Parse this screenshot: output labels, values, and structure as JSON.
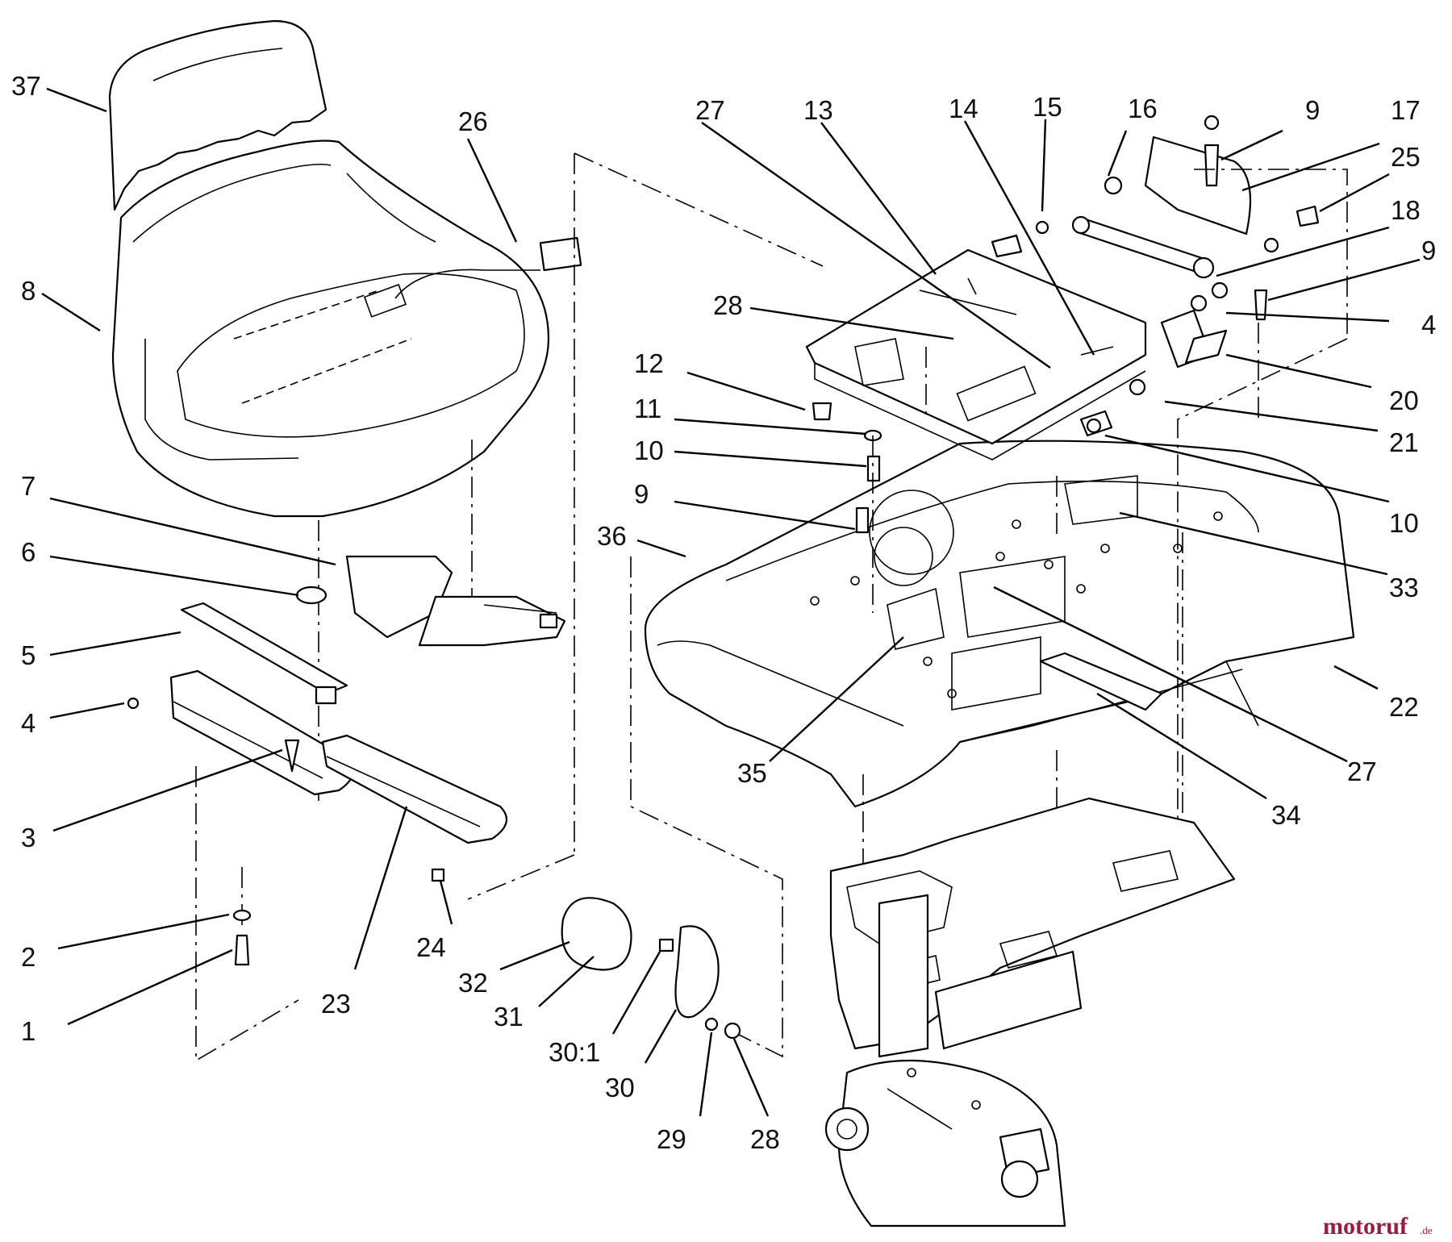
{
  "callouts": {
    "c37": "37",
    "c26": "26",
    "c8": "8",
    "c27a": "27",
    "c13": "13",
    "c14": "14",
    "c15": "15",
    "c16": "16",
    "c9a": "9",
    "c17": "17",
    "c25": "25",
    "c18": "18",
    "c9b": "9",
    "c4a": "4",
    "c28a": "28",
    "c12": "12",
    "c11": "11",
    "c10a": "10",
    "c20": "20",
    "c21": "21",
    "c10b": "10",
    "c9c": "9",
    "c36": "36",
    "c33": "33",
    "c7": "7",
    "c6": "6",
    "c5": "5",
    "c4b": "4",
    "c3": "3",
    "c22": "22",
    "c27b": "27",
    "c35": "35",
    "c34": "34",
    "c2": "2",
    "c1": "1",
    "c23": "23",
    "c24": "24",
    "c32": "32",
    "c31": "31",
    "c30_1": "30:1",
    "c30": "30",
    "c29": "29",
    "c28b": "28"
  },
  "watermark": {
    "brand": "motoruf",
    "suffix": ".de"
  }
}
